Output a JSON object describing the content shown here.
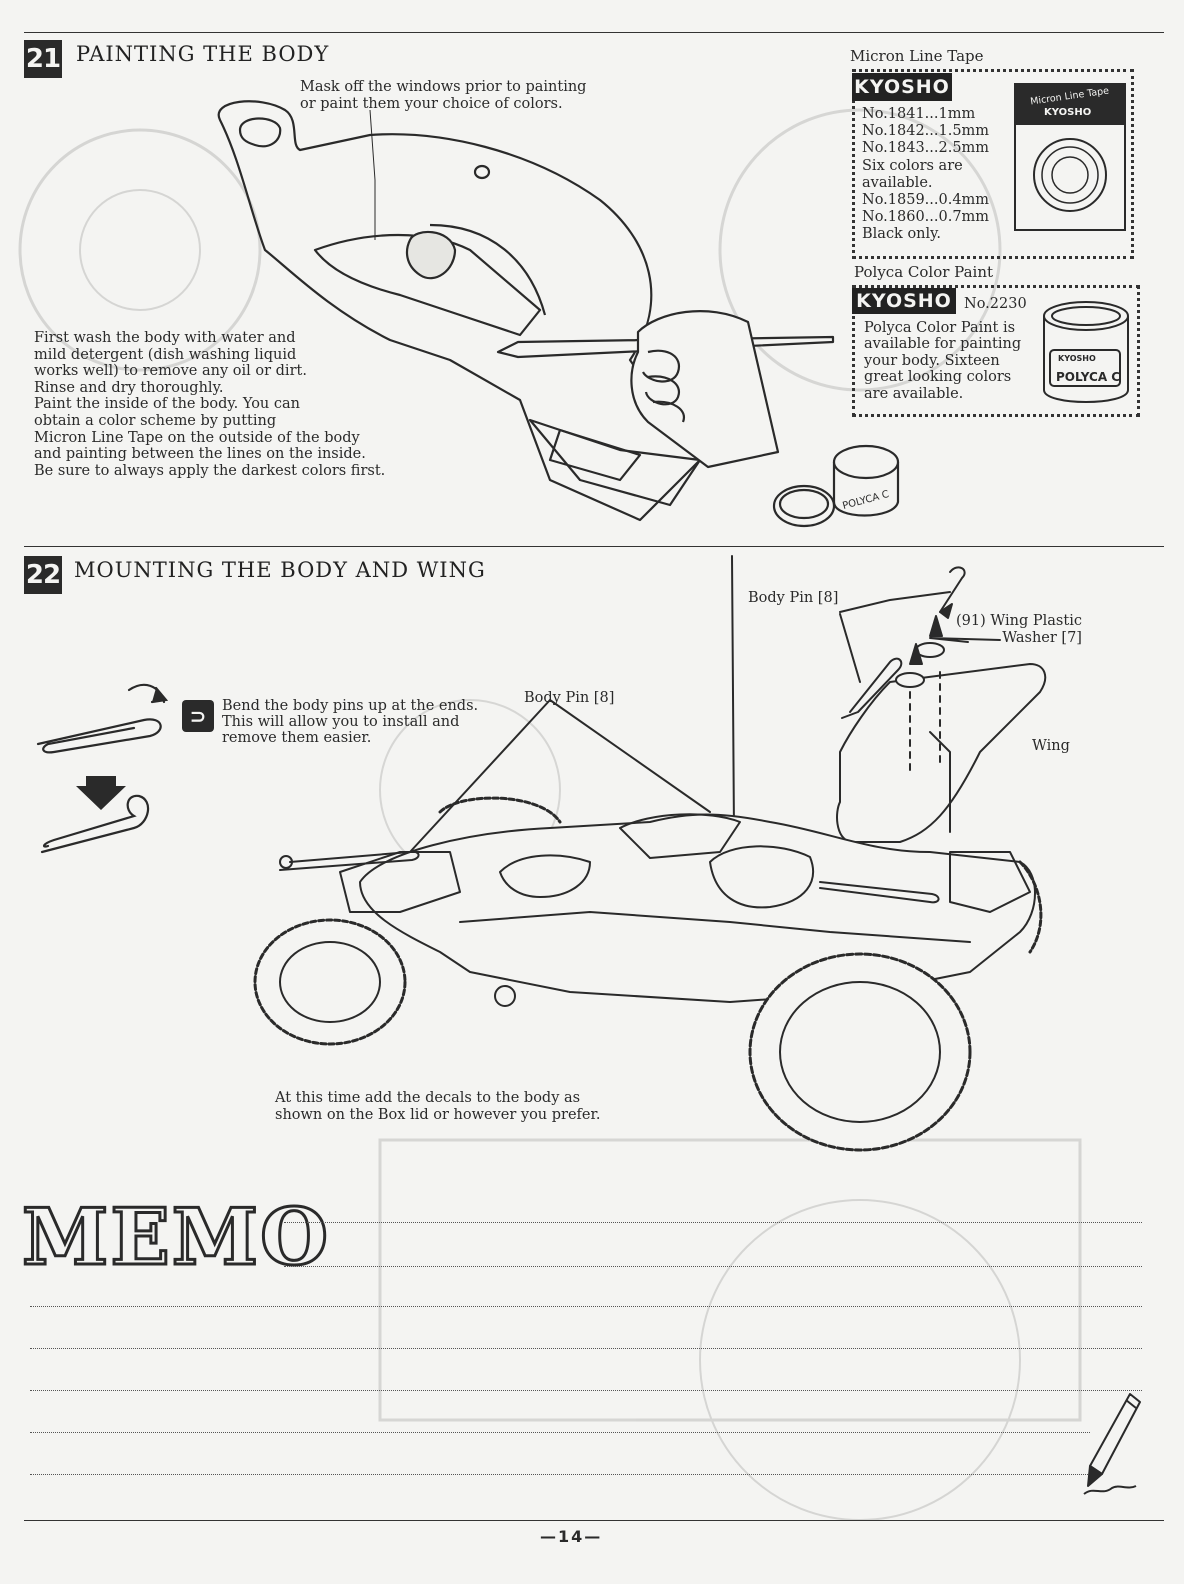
{
  "step21": {
    "number": "21",
    "title": "PAINTING THE BODY",
    "mask_note": "Mask off the windows prior to painting\nor paint them your choice of colors.",
    "wash_note": "First wash the body with water and\nmild detergent (dish washing liquid\nworks well) to remove any oil or dirt.\nRinse and dry thoroughly.\nPaint the inside of the body. You can\nobtain a color scheme by putting\nMicron Line Tape on the outside of the body\nand painting between the lines on the inside.\nBe sure to always apply the darkest colors first.",
    "paint_can_label": "POLYCA C"
  },
  "micron_tape": {
    "heading": "Micron Line Tape",
    "brand": "KYOSHO",
    "lines": [
      "No.1841...1mm",
      "No.1842...1.5mm",
      "No.1843...2.5mm",
      "Six colors are",
      "available.",
      "No.1859...0.4mm",
      "No.1860...0.7mm",
      "Black only."
    ],
    "product_label": "Micron Line Tape",
    "product_brand": "KYOSHO"
  },
  "polyca_paint": {
    "heading": "Polyca Color Paint",
    "brand": "KYOSHO",
    "number": "No.2230",
    "lines": [
      "Polyca Color Paint is",
      "available for painting",
      "your body. Sixteen",
      "great looking colors",
      "are available."
    ],
    "jar_brand": "KYOSHO",
    "jar_label": "POLYCA C"
  },
  "step22": {
    "number": "22",
    "title": "MOUNTING THE BODY AND WING",
    "bend_note": "Bend the body pins up at the ends.\nThis will allow you to install and\nremove them easier.",
    "body_pin_top": "Body Pin [8]",
    "body_pin_mid": "Body Pin [8]",
    "wing_washer": "(91) Wing Plastic\nWasher [7]",
    "wing": "Wing",
    "decals_note": "At this time add the decals to the body as\nshown on the Box lid or however you prefer."
  },
  "memo": {
    "title": "MEMO"
  },
  "footer": {
    "page_number": "—14—"
  },
  "colors": {
    "ink": "#2a2a2a",
    "paper": "#f4f4f2"
  }
}
